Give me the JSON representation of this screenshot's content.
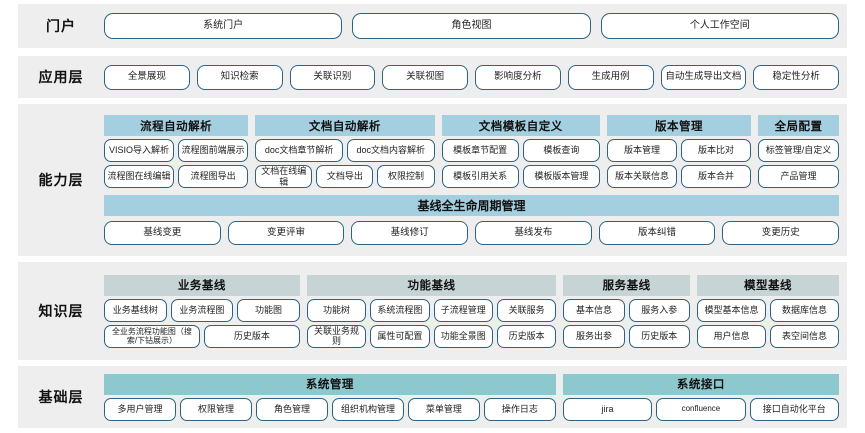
{
  "colors": {
    "band_bg": "#eeeeee",
    "page_bg": "#ffffff",
    "pill_border": "#2d6380",
    "head_blue": "#a4cfe0",
    "head_grey": "#c6d4d5",
    "head_teal": "#8dc8ce"
  },
  "layers": {
    "portal": {
      "label": "门户",
      "items": [
        "系统门户",
        "角色视图",
        "个人工作空间"
      ]
    },
    "application": {
      "label": "应用层",
      "items": [
        "全景展现",
        "知识检索",
        "关联识别",
        "关联视图",
        "影响度分析",
        "生成用例",
        "自动生成导出文档",
        "稳定性分析"
      ]
    },
    "capability": {
      "label": "能力层",
      "groups": [
        {
          "title": "流程自动解析",
          "rows": [
            [
              "VISIO导入解析",
              "流程图前端展示"
            ],
            [
              "流程图在线编辑",
              "流程图导出"
            ]
          ]
        },
        {
          "title": "文档自动解析",
          "rows": [
            [
              "doc文档章节解析",
              "doc文档内容解析"
            ],
            [
              "文档在线编辑",
              "文档导出",
              "权限控制"
            ]
          ]
        },
        {
          "title": "文档模板自定义",
          "rows": [
            [
              "模板章节配置",
              "模板查询"
            ],
            [
              "模板引用关系",
              "模板版本管理"
            ]
          ]
        },
        {
          "title": "版本管理",
          "rows": [
            [
              "版本管理",
              "版本比对"
            ],
            [
              "版本关联信息",
              "版本合并"
            ]
          ]
        },
        {
          "title": "全局配置",
          "rows": [
            [
              "标签管理/自定义"
            ],
            [
              "产品管理"
            ]
          ]
        }
      ],
      "lifecycle": {
        "title": "基线全生命周期管理",
        "items": [
          "基线变更",
          "变更评审",
          "基线修订",
          "基线发布",
          "版本纠错",
          "变更历史"
        ]
      }
    },
    "knowledge": {
      "label": "知识层",
      "groups": [
        {
          "title": "业务基线",
          "rows": [
            [
              "业务基线树",
              "业务流程图",
              "功能图"
            ],
            [
              "全业务流程功能图（搜索/下钻展示）",
              "历史版本"
            ]
          ]
        },
        {
          "title": "功能基线",
          "rows": [
            [
              "功能树",
              "系统流程图",
              "子流程管理",
              "关联服务"
            ],
            [
              "关联业务规则",
              "属性可配置",
              "功能全景图",
              "历史版本"
            ]
          ]
        },
        {
          "title": "服务基线",
          "rows": [
            [
              "基本信息",
              "服务入参"
            ],
            [
              "服务出参",
              "历史版本"
            ]
          ]
        },
        {
          "title": "模型基线",
          "rows": [
            [
              "模型基本信息",
              "数据库信息"
            ],
            [
              "用户信息",
              "表空间信息"
            ]
          ]
        }
      ]
    },
    "base": {
      "label": "基础层",
      "groups": [
        {
          "title": "系统管理",
          "rows": [
            [
              "多用户管理",
              "权限管理",
              "角色管理",
              "组织机构管理",
              "菜单管理",
              "操作日志"
            ]
          ]
        },
        {
          "title": "系统接口",
          "rows": [
            [
              "jira",
              "confluence",
              "接口自动化平台"
            ]
          ]
        }
      ]
    }
  }
}
